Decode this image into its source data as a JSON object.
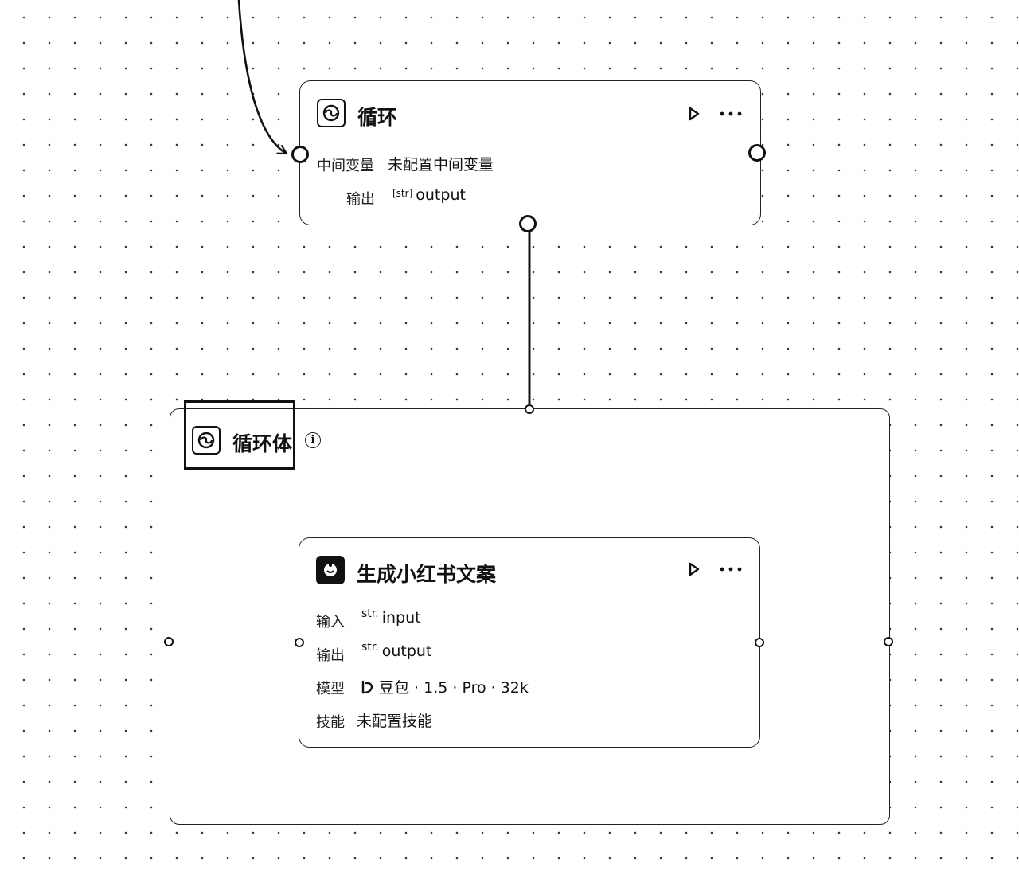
{
  "loop_node": {
    "title": "循环",
    "rows": [
      {
        "label": "中间变量",
        "value": "未配置中间变量"
      },
      {
        "label": "输出",
        "type_tag": "[str]",
        "value": "output"
      }
    ]
  },
  "loop_body": {
    "title": "循环体",
    "info_glyph": "i"
  },
  "llm_node": {
    "title": "生成小红书文案",
    "rows": [
      {
        "label": "输入",
        "type_tag": "str.",
        "value": "input"
      },
      {
        "label": "输出",
        "type_tag": "str.",
        "value": "output"
      },
      {
        "label": "模型",
        "value": "豆包 · 1.5 · Pro · 32k"
      },
      {
        "label": "技能",
        "value": "未配置技能"
      }
    ]
  }
}
